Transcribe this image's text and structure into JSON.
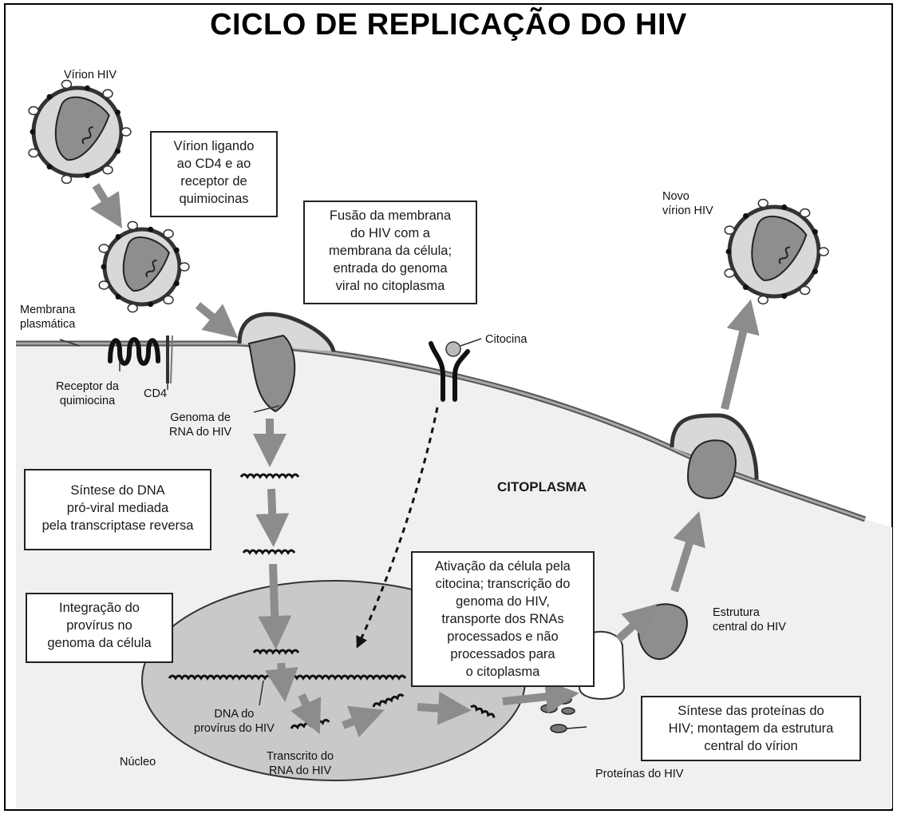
{
  "title": "CICLO DE REPLICAÇÃO DO HIV",
  "boxes": {
    "binding": "Vírion ligando\nao CD4 e ao\nreceptor de\nquimiocinas",
    "fusion": "Fusão da membrana\ndo HIV com a\nmembrana da célula;\nentrada do genoma\nviral no citoplasma",
    "synthesis_dna": "Síntese do DNA\npró-viral mediada\npela transcriptase reversa",
    "integration": "Integração do\nprovírus no\ngenoma da célula",
    "activation": "Ativação da célula pela\ncitocina; transcrição do\ngenoma do HIV,\ntransporte dos RNAs\nprocessados e não\nprocessados para\no citoplasma",
    "assembly": "Síntese das proteínas do\nHIV; montagem da estrutura\ncentral do vírion"
  },
  "labels": {
    "virion_hiv": "Vírion HIV",
    "membrana": "Membrana\nplasmática",
    "receptor": "Receptor da\nquimiocina",
    "cd4": "CD4",
    "genoma": "Genoma de\nRNA do HIV",
    "citocina": "Citocina",
    "citoplasma": "CITOPLASMA",
    "novo_virion": "Novo\nvírion HIV",
    "estrutura": "Estrutura\ncentral do HIV",
    "dna_provirus": "DNA do\nprovírus do HIV",
    "nucleo": "Núcleo",
    "transcrito": "Transcrito do\nRNA do HIV",
    "proteinas": "Proteínas do HIV"
  }
}
